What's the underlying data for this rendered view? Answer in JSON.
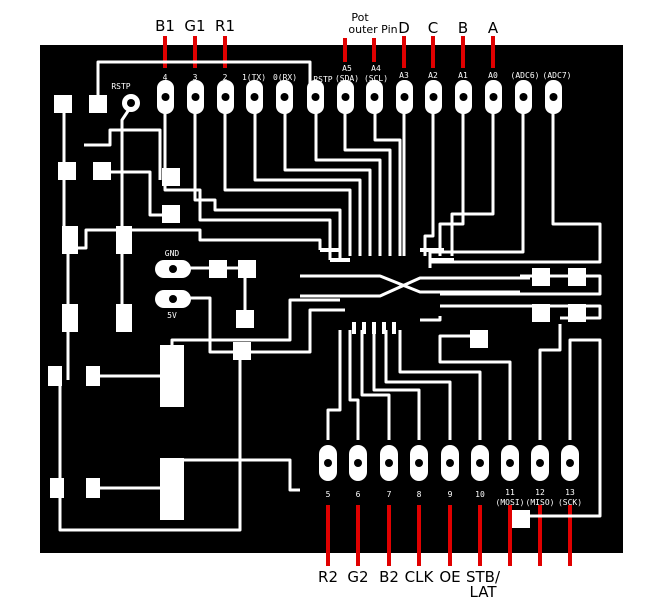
{
  "top_signals": {
    "b1": "B1",
    "g1": "G1",
    "r1": "R1",
    "pot": "Pot",
    "outer_pin": "outer Pin",
    "d": "D",
    "c": "C",
    "b": "B",
    "a": "A"
  },
  "top_pins": {
    "p4": "4",
    "p3": "3",
    "p2": "2",
    "p1": "1(TX)",
    "p0": "0(RX)",
    "rstp_small": "RSTP",
    "a5": "A5",
    "sda": "(SDA)",
    "a4": "A4",
    "scl": "(SCL)",
    "rstp_left": "RSTP",
    "a3": "A3",
    "a2": "A2",
    "a1": "A1",
    "a0": "A0",
    "adc6": "(ADC6)",
    "adc7": "(ADC7)"
  },
  "power": {
    "gnd": "GND",
    "v5": "5V"
  },
  "bottom_pins": {
    "p5": "5",
    "p6": "6",
    "p7": "7",
    "p8": "8",
    "p9": "9",
    "p10": "10",
    "p11": "11",
    "mosi": "(MOSI)",
    "p12": "12",
    "miso": "(MISO)",
    "p13": "13",
    "sck": "(SCK)"
  },
  "bottom_signals": {
    "r2": "R2",
    "g2": "G2",
    "b2": "B2",
    "clk": "CLK",
    "oe": "OE",
    "stb": "STB/",
    "lat": "LAT"
  },
  "colors": {
    "board": "#000000",
    "copper": "#ffffff",
    "signal_marker": "#e00000"
  }
}
